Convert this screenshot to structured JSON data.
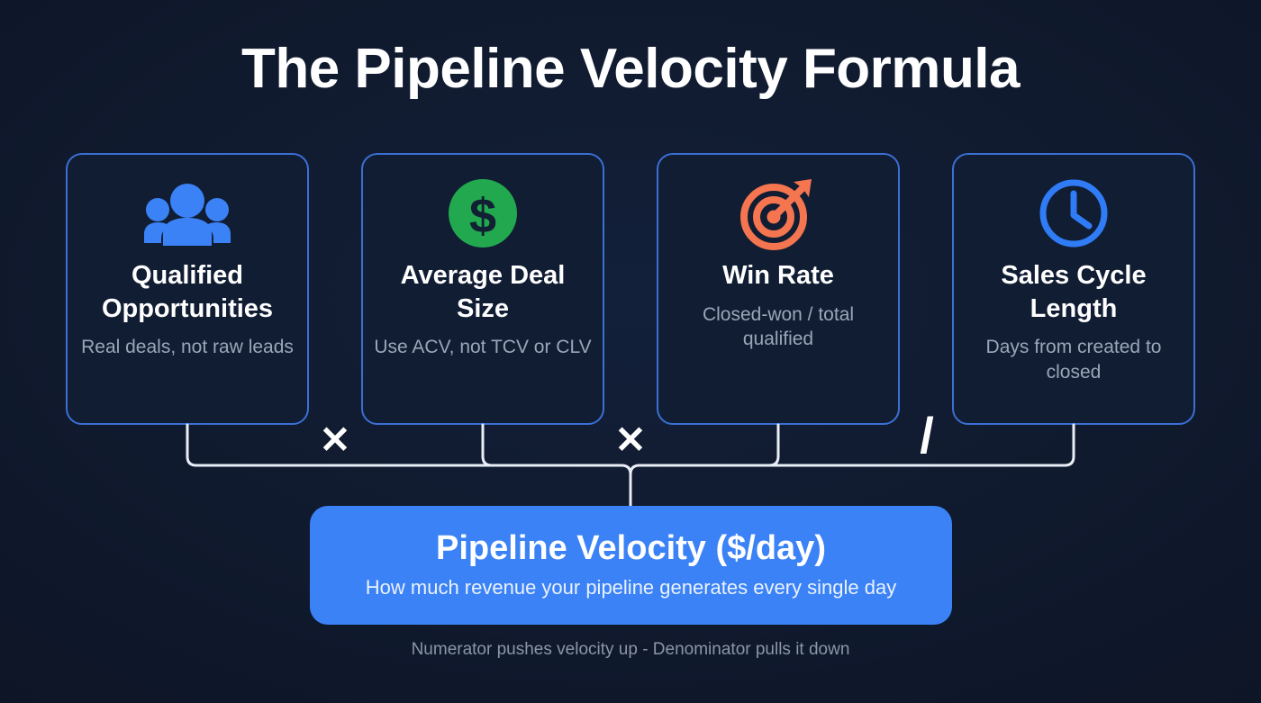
{
  "title": "The Pipeline Velocity Formula",
  "colors": {
    "background": "#101a2e",
    "card_background": "#111d33",
    "card_border": "#3b6fd4",
    "accent_blue": "#3b82f6",
    "icon_blue": "#3b82f6",
    "icon_green": "#22a84f",
    "icon_orange": "#f4754f",
    "result_box": "#3b82f6",
    "title_text": "#ffffff",
    "subtitle_text": "#9aa6b8",
    "footer_text": "#8b96a8",
    "connector_line": "#e9eef6"
  },
  "cards": [
    {
      "icon": "people-group-icon",
      "icon_color": "#3b82f6",
      "title": "Qualified Opportunities",
      "subtitle": "Real deals, not raw leads"
    },
    {
      "icon": "dollar-circle-icon",
      "icon_color": "#22a84f",
      "title": "Average Deal Size",
      "subtitle": "Use ACV, not TCV or CLV"
    },
    {
      "icon": "target-arrow-icon",
      "icon_color": "#f4754f",
      "title": "Win Rate",
      "subtitle": "Closed-won / total qualified"
    },
    {
      "icon": "clock-icon",
      "icon_color": "#3b82f6",
      "title": "Sales Cycle Length",
      "subtitle": "Days from created to closed"
    }
  ],
  "operators": [
    {
      "symbol": "✕",
      "name": "multiply"
    },
    {
      "symbol": "✕",
      "name": "multiply"
    },
    {
      "symbol": "/",
      "name": "divide"
    }
  ],
  "result": {
    "title": "Pipeline Velocity ($/day)",
    "subtitle": "How much revenue your pipeline generates every single day"
  },
  "footer": "Numerator pushes velocity up - Denominator pulls it down"
}
